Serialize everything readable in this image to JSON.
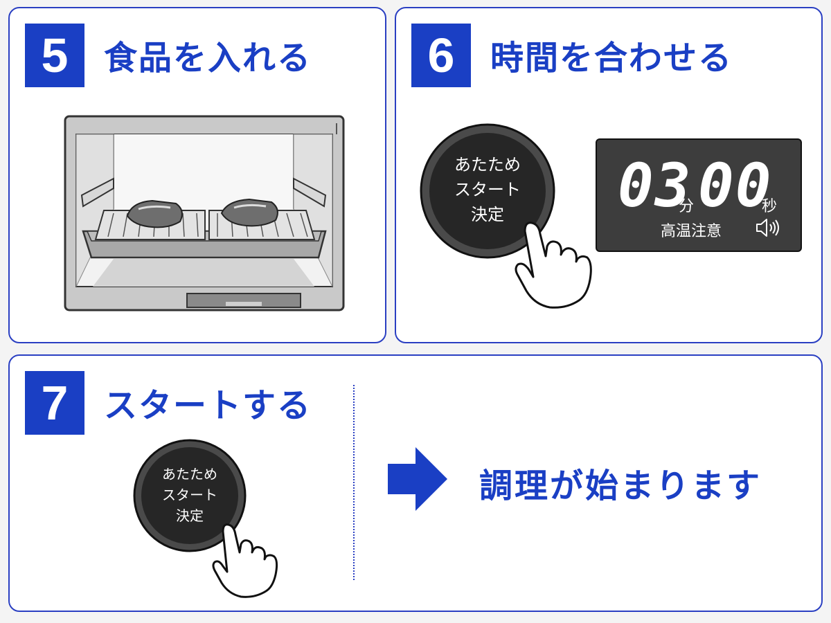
{
  "steps": [
    {
      "number": "5",
      "title": "食品を入れる"
    },
    {
      "number": "6",
      "title": "時間を合わせる"
    },
    {
      "number": "7",
      "title": "スタートする"
    }
  ],
  "button": {
    "line1": "あたため",
    "line2": "スタート",
    "line3": "決定"
  },
  "display": {
    "minutes": "03",
    "minutes_unit": "分",
    "seconds": "00",
    "seconds_unit": "秒",
    "warning": "高温注意"
  },
  "result_text": "調理が始まります",
  "icons": {
    "oven": "oven-illustration",
    "hand": "pointing-hand-icon",
    "speaker": "speaker-icon",
    "arrow": "arrow-right-icon"
  },
  "colors": {
    "accent": "#1a3fc4",
    "card_border": "#2a3fc2",
    "display_bg": "#3d3d3d",
    "button_bg": "#262626"
  }
}
